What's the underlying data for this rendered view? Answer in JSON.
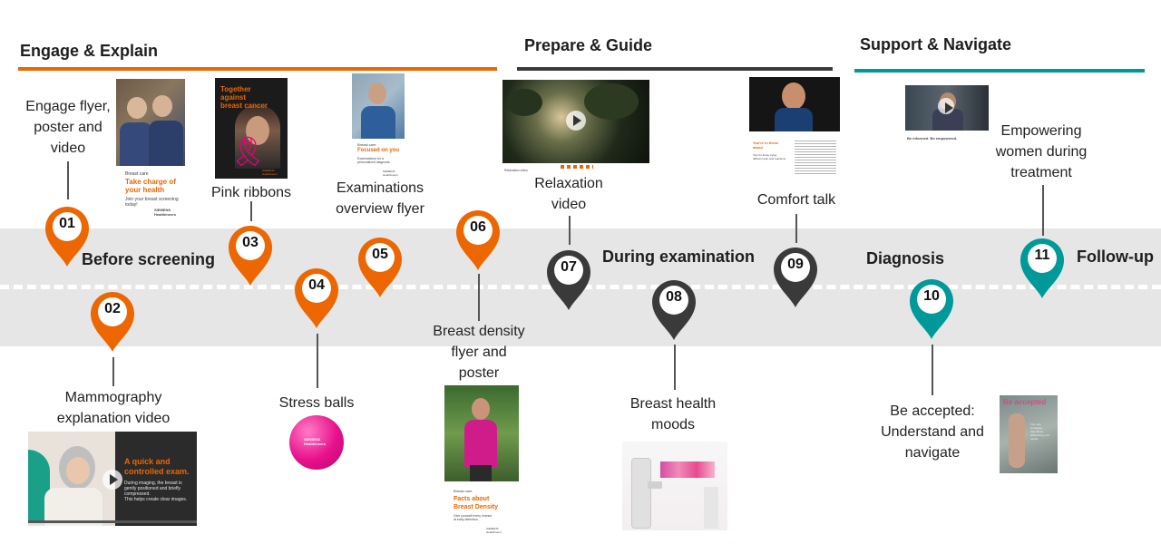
{
  "phases": [
    {
      "id": "engage",
      "title": "Engage & Explain",
      "color": "#ec6602"
    },
    {
      "id": "prepare",
      "title": "Prepare & Guide",
      "color": "#3a3a3a"
    },
    {
      "id": "support",
      "title": "Support & Navigate",
      "color": "#009999"
    }
  ],
  "stages": {
    "before": "Before screening",
    "during": "During examination",
    "diagnosis": "Diagnosis",
    "followup": "Follow-up"
  },
  "steps": [
    {
      "num": "01",
      "label": "Engage flyer,\nposter and\nvideo",
      "color": "#ec6602"
    },
    {
      "num": "02",
      "label": "Mammography\nexplanation video",
      "color": "#ec6602"
    },
    {
      "num": "03",
      "label": "Pink ribbons",
      "color": "#ec6602"
    },
    {
      "num": "04",
      "label": "Stress balls",
      "color": "#ec6602"
    },
    {
      "num": "05",
      "label": "Examinations\noverview flyer",
      "color": "#ec6602"
    },
    {
      "num": "06",
      "label": "Breast density\nflyer and\nposter",
      "color": "#ec6602"
    },
    {
      "num": "07",
      "label": "Relaxation\nvideo",
      "color": "#3a3a3a"
    },
    {
      "num": "08",
      "label": "Breast health\nmoods",
      "color": "#3a3a3a"
    },
    {
      "num": "09",
      "label": "Comfort talk",
      "color": "#3a3a3a"
    },
    {
      "num": "10",
      "label": "Be accepted:\nUnderstand and\nnavigate",
      "color": "#009999"
    },
    {
      "num": "11",
      "label": "Empowering\nwomen during\ntreatment",
      "color": "#009999"
    }
  ],
  "thumbs": {
    "flyer01": {
      "line1": "Breast care",
      "line2": "Take charge of\nyour health",
      "line3": "Join your breast screening today!",
      "brand": "SIEMENS\nHealthineers"
    },
    "poster03": {
      "line1": "Together\nagainst\nbreast cancer",
      "brand": "SIEMENS\nHealthineers"
    },
    "flyer05": {
      "line1": "Breast care",
      "line2": "Focused on you",
      "line3": "Examinations for a\npersonalized diagnosis",
      "brand": "SIEMENS\nHealthineers"
    },
    "video02": {
      "title": "A quick and\ncontrolled exam.",
      "body": "During imaging, the breast is\ngently positioned and briefly\ncompressed.\nThis helps create clear images."
    },
    "ball04": {
      "brand": "SIEMENS\nHealthineers"
    },
    "flyer06": {
      "line1": "Breast care",
      "line2": "Facts about\nBreast Density",
      "line3": "Give yourself every chance\nat early detection.",
      "brand": "SIEMENS\nHealthineers"
    },
    "video07": {
      "caption": "Relaxation video"
    },
    "talk09": {
      "line2": "You're in these\nabout",
      "line3": "Tips for those trying\ndifferent pain and reactions"
    },
    "video11": {
      "caption": "Be informed. Be empowered."
    },
    "poster10": {
      "title": "Be accepted",
      "body": "The new\nstrategies\nthat will be\naddressing your\nneeds"
    }
  }
}
